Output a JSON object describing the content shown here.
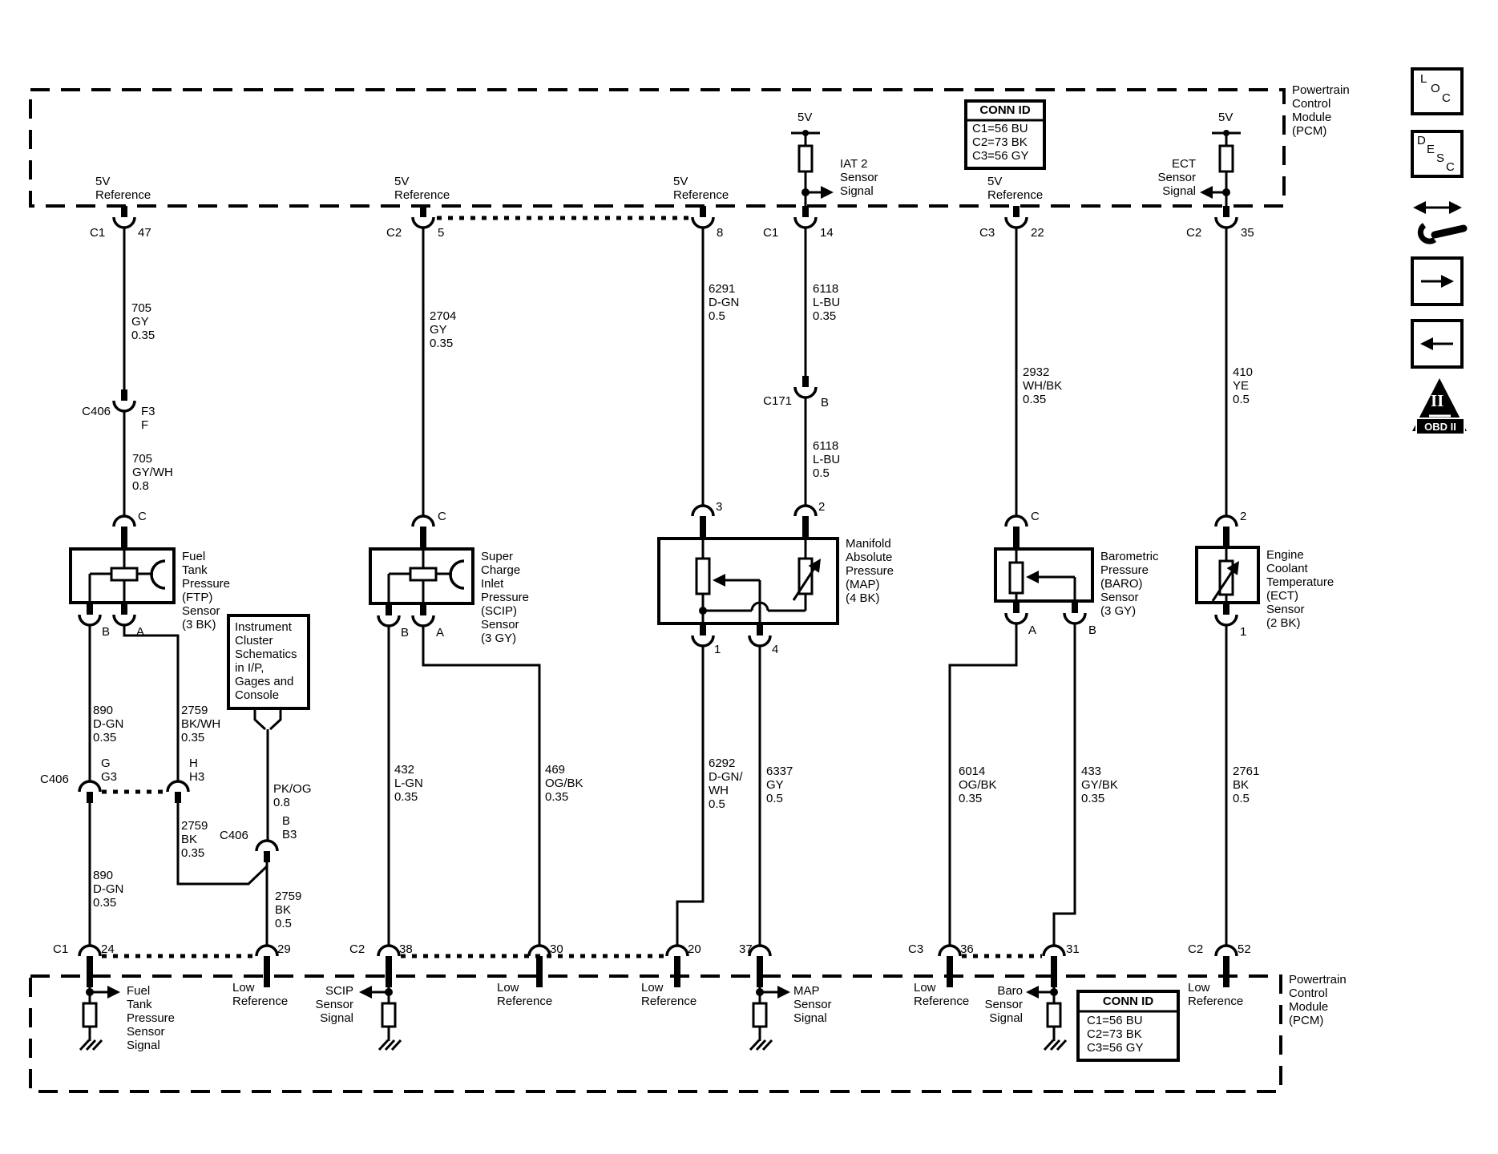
{
  "pcm_top_label": "Powertrain\nControl\nModule\n(PCM)",
  "pcm_bottom_label": "Powertrain\nControl\nModule\n(PCM)",
  "conn_id_top": {
    "title": "CONN ID",
    "rows": [
      "C1=56 BU",
      "C2=73 BK",
      "C3=56 GY"
    ]
  },
  "conn_id_bottom": {
    "title": "CONN ID",
    "rows": [
      "C1=56 BU",
      "C2=73 BK",
      "C3=56 GY"
    ]
  },
  "refs": {
    "five_v": "5V",
    "five_v_reference": "5V\nReference",
    "low_reference": "Low\nReference"
  },
  "signals": {
    "iat2": "IAT 2\nSensor\nSignal",
    "ect": "ECT\nSensor\nSignal",
    "ftp": "Fuel\nTank\nPressure\nSensor\nSignal",
    "scip": "SCIP\nSensor\nSignal",
    "map": "MAP\nSensor\nSignal",
    "baro": "Baro\nSensor\nSignal"
  },
  "sensors": {
    "ftp": "Fuel\nTank\nPressure\n(FTP)\nSensor\n(3 BK)",
    "instrument_cluster": "Instrument\nCluster\nSchematics\nin I/P,\nGages and\nConsole",
    "scip": "Super\nCharge\nInlet\nPressure\n(SCIP)\nSensor\n(3 GY)",
    "map": "Manifold\nAbsolute\nPressure\n(MAP)\n(4 BK)",
    "baro": "Barometric\nPressure\n(BARO)\nSensor\n(3 GY)",
    "ect": "Engine\nCoolant\nTemperature\n(ECT)\nSensor\n(2 BK)"
  },
  "wires": {
    "w705": "705\nGY\n0.35",
    "w705b": "705\nGY/WH\n0.8",
    "w890a": "890\nD-GN\n0.35",
    "w890b": "890\nD-GN\n0.35",
    "w2759a": "2759\nBK/WH\n0.35",
    "w2759b": "2759\nBK\n0.35",
    "wpkog": "PK/OG\n0.8",
    "w2759c": "2759\nBK\n0.5",
    "w2704": "2704\nGY\n0.35",
    "w432": "432\nL-GN\n0.35",
    "w469": "469\nOG/BK\n0.35",
    "w6291": "6291\nD-GN\n0.5",
    "w6118a": "6118\nL-BU\n0.35",
    "w6118b": "6118\nL-BU\n0.5",
    "w6292": "6292\nD-GN/\nWH\n0.5",
    "w6337": "6337\nGY\n0.5",
    "w2932": "2932\nWH/BK\n0.35",
    "w6014": "6014\nOG/BK\n0.35",
    "w433": "433\nGY/BK\n0.35",
    "w410": "410\nYE\n0.5",
    "w2761": "2761\nBK\n0.5"
  },
  "connectors": {
    "c1_47": {
      "name": "C1",
      "pin": "47"
    },
    "c2_5": {
      "name": "C2",
      "pin": "5"
    },
    "p8": {
      "pin": "8"
    },
    "c1_14": {
      "name": "C1",
      "pin": "14"
    },
    "c3_22": {
      "name": "C3",
      "pin": "22"
    },
    "c2_35": {
      "name": "C2",
      "pin": "35"
    },
    "c406_f": {
      "name": "C406",
      "pin": "F3\nF"
    },
    "c406_g": {
      "name": "C406",
      "pin": "G\nG3"
    },
    "c406_h": {
      "pin": "H\nH3"
    },
    "c406_b": {
      "name": "C406",
      "pin": "B\nB3"
    },
    "c171_b": {
      "name": "C171",
      "pin": "B"
    },
    "ftp_c": "C",
    "ftp_b": "B",
    "ftp_a": "A",
    "scip_c": "C",
    "scip_b": "B",
    "scip_a": "A",
    "map_3": "3",
    "map_2": "2",
    "map_1": "1",
    "map_4": "4",
    "baro_c": "C",
    "baro_a": "A",
    "baro_b": "B",
    "ect_2": "2",
    "ect_1": "1",
    "c1_24": {
      "name": "C1",
      "pin": "24"
    },
    "p29": {
      "pin": "29"
    },
    "c2_38": {
      "name": "C2",
      "pin": "38"
    },
    "p30": {
      "pin": "30"
    },
    "p20": {
      "pin": "20"
    },
    "p37": {
      "pin": "37"
    },
    "c3_36": {
      "name": "C3",
      "pin": "36"
    },
    "p31": {
      "pin": "31"
    },
    "c2_52": {
      "name": "C2",
      "pin": "52"
    }
  },
  "icons": {
    "loc": [
      "L",
      "O",
      "C"
    ],
    "desc": [
      "D",
      "E",
      "S",
      "C"
    ],
    "obd2_numeral": "II",
    "obd2_label": "OBD II"
  }
}
